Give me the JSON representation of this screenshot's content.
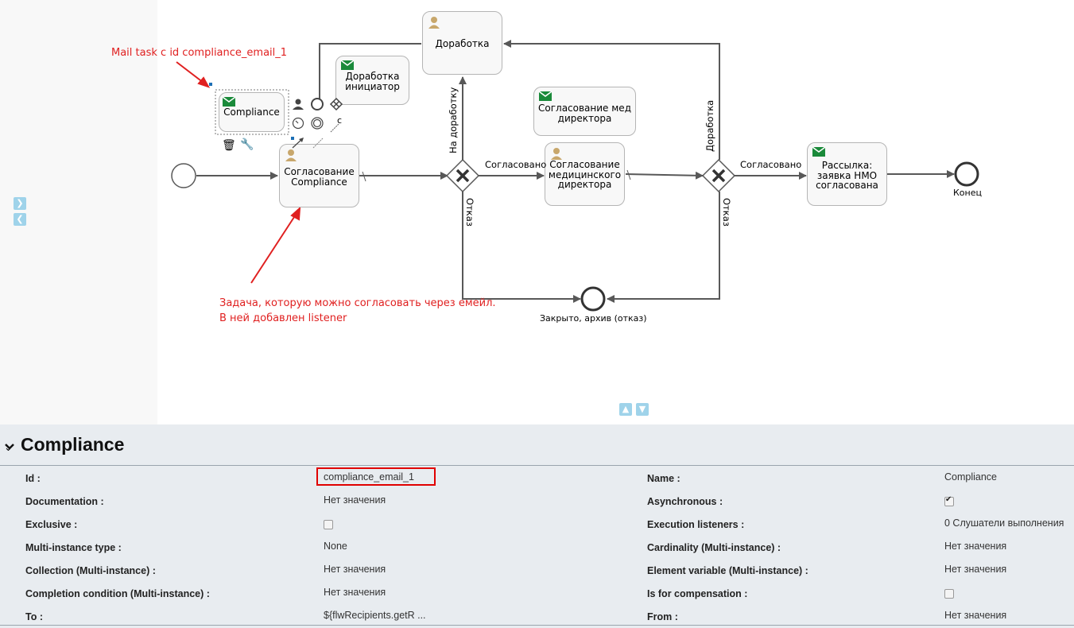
{
  "diagram": {
    "tasks": {
      "rework": "Доработка",
      "rework_initiator": "Доработка\nинициатор",
      "compliance_mail": "Compliance",
      "compliance_approval": "Согласование\nCompliance",
      "med_director_mail": "Согласование мед\nдиректора",
      "med_director_approval": "Согласование\nмедицинского\nдиректора",
      "mailing_approved": "Рассылка:\nзаявка НМО\nсогласована"
    },
    "flows": {
      "to_rework": "На доработку",
      "approved_1": "Согласовано",
      "reject_1": "Отказ",
      "rework_2": "Доработка",
      "approved_2": "Согласовано",
      "reject_2": "Отказ"
    },
    "events": {
      "end": "Конец",
      "closed_archive": "Закрыто, архив (отказ)"
    },
    "palette_letter": "c"
  },
  "annotations": {
    "mail_task": "Mail task с id compliance_email_1",
    "listener_line1": "Задача, которую можно согласовать через емейл.",
    "listener_line2": "В ней добавлен listener"
  },
  "properties": {
    "title": "Compliance",
    "left": [
      {
        "label": "Id :",
        "value": "compliance_email_1",
        "kind": "text"
      },
      {
        "label": "Documentation :",
        "value": "Нет значения",
        "kind": "text"
      },
      {
        "label": "Exclusive :",
        "value": "",
        "kind": "checkbox",
        "checked": false
      },
      {
        "label": "Multi-instance type :",
        "value": "None",
        "kind": "text"
      },
      {
        "label": "Collection (Multi-instance) :",
        "value": "Нет значения",
        "kind": "text"
      },
      {
        "label": "Completion condition (Multi-instance) :",
        "value": "Нет значения",
        "kind": "text"
      },
      {
        "label": "To :",
        "value": "${flwRecipients.getR ...",
        "kind": "text"
      }
    ],
    "right": [
      {
        "label": "Name :",
        "value": "Compliance",
        "kind": "text"
      },
      {
        "label": "Asynchronous :",
        "value": "",
        "kind": "checkbox",
        "checked": true
      },
      {
        "label": "Execution listeners :",
        "value": "0 Слушатели выполнения",
        "kind": "text"
      },
      {
        "label": "Cardinality (Multi-instance) :",
        "value": "Нет значения",
        "kind": "text"
      },
      {
        "label": "Element variable (Multi-instance) :",
        "value": "Нет значения",
        "kind": "text"
      },
      {
        "label": "Is for compensation :",
        "value": "",
        "kind": "checkbox",
        "checked": false
      },
      {
        "label": "From :",
        "value": "Нет значения",
        "kind": "text"
      }
    ]
  },
  "colors": {
    "annotation_red": "#e02020",
    "highlight_red": "#e00000",
    "task_fill": "#f8f8f8",
    "task_border": "#b5b5b5",
    "panel_bg": "#e8ecf0",
    "mail_green": "#1a8a3a",
    "user_tan": "#c8a76c",
    "nav_blue": "#9fd3ea"
  }
}
